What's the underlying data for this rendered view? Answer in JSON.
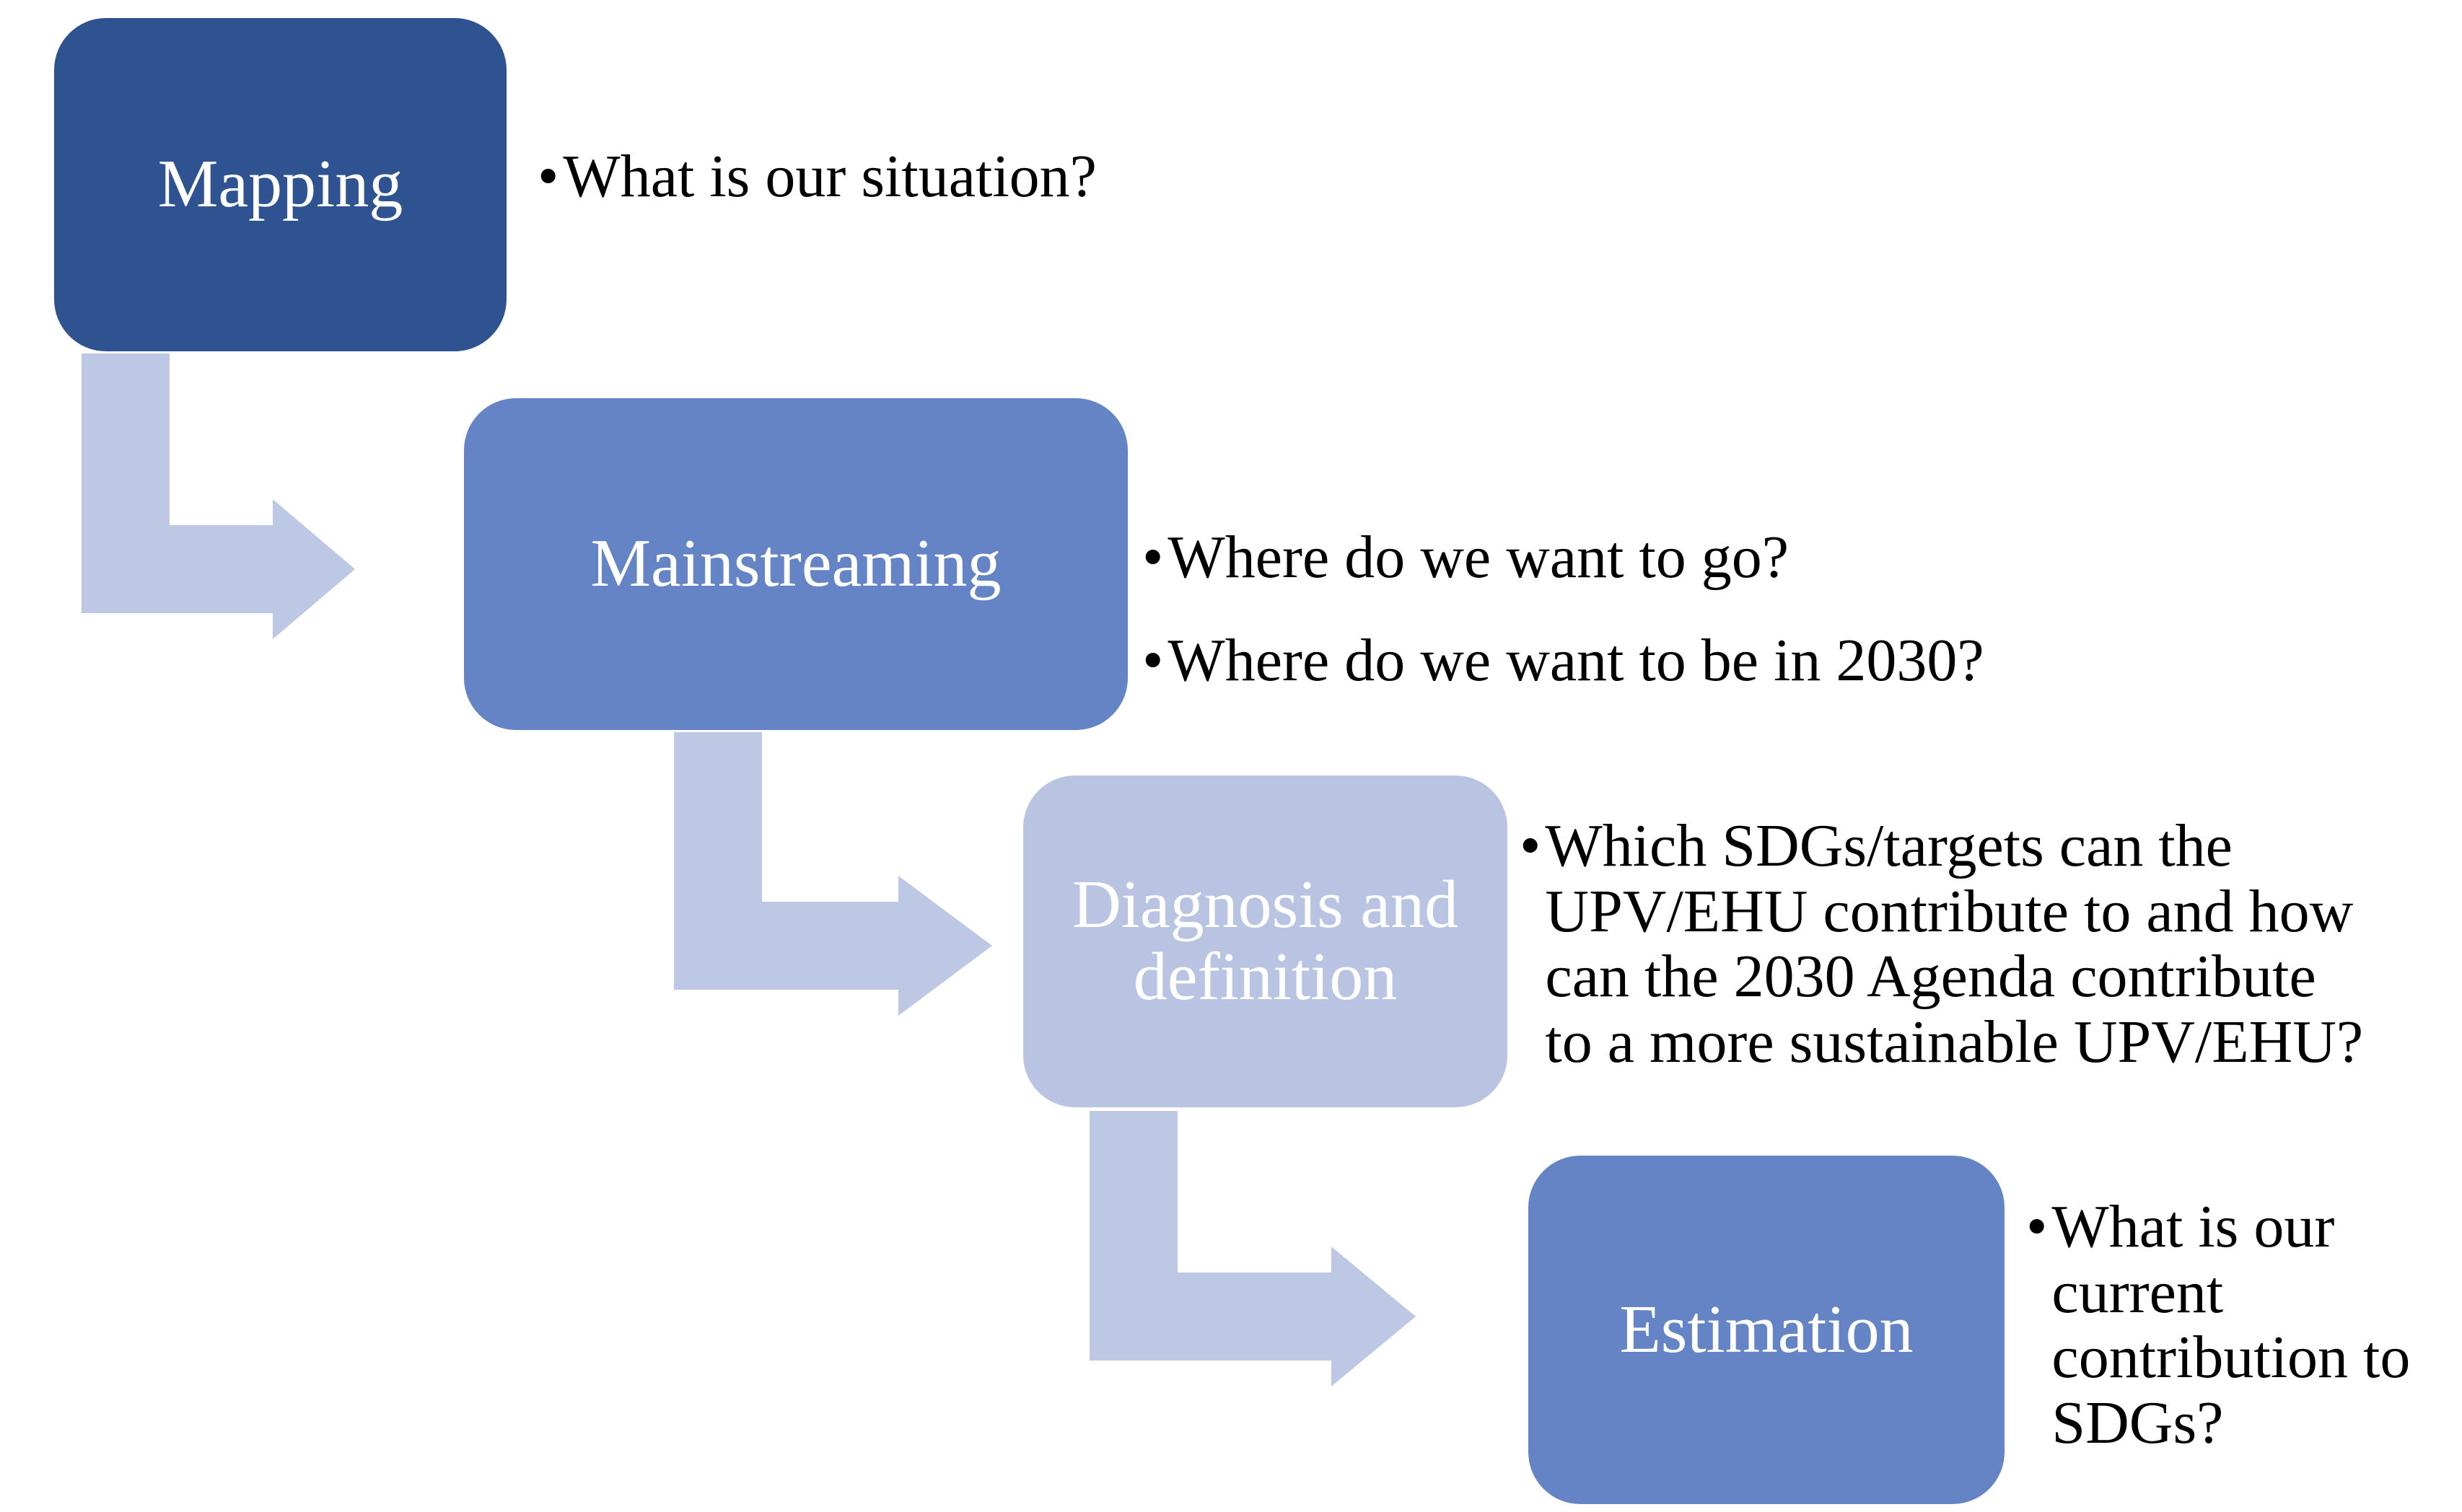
{
  "diagram": {
    "type": "process-steps",
    "background": "#ffffff",
    "colors": {
      "step1_fill": "#2f5391",
      "step2_fill": "#6584c6",
      "step3_fill": "#b8c4e2",
      "step4_fill": "#6584c6",
      "arrow_fill": "#bdc8e4",
      "label_text": "#ffffff",
      "bullet_text": "#000000"
    },
    "bullet_char": "•",
    "steps": [
      {
        "label": "Mapping",
        "bullets": [
          "What is our situation?"
        ]
      },
      {
        "label": "Mainstreaming",
        "bullets": [
          "Where do we want to go?",
          "Where do we want to be in 2030?"
        ]
      },
      {
        "label": "Diagnosis and\ndefinition",
        "bullets": [
          "Which SDGs/targets can the\nUPV/EHU contribute to and how\ncan the 2030 Agenda contribute\nto a more sustainable UPV/EHU?"
        ]
      },
      {
        "label": "Estimation",
        "bullets": [
          "What is our\ncurrent\ncontribution to\nSDGs?"
        ]
      }
    ]
  }
}
